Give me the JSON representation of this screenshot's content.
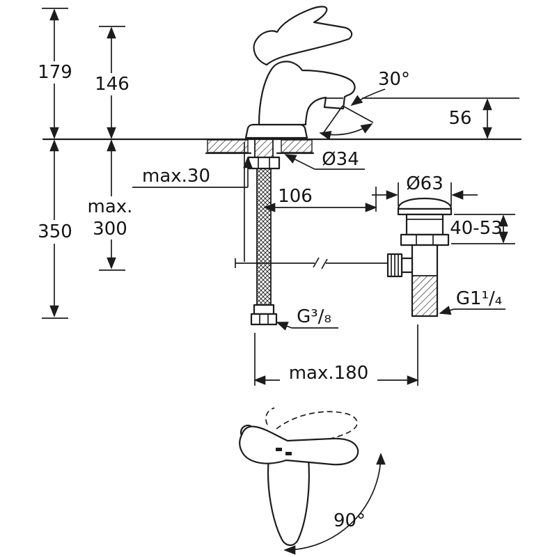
{
  "colors": {
    "background": "#ffffff",
    "ink": "#1c1c1c"
  },
  "labels": {
    "h179": "179",
    "h146": "146",
    "angle30": "30°",
    "h56": "56",
    "dia34": "Ø34",
    "max30": "max.30",
    "dia63": "Ø63",
    "max300_line1": "max.",
    "max300_line2": "300",
    "w106": "106",
    "h350": "350",
    "clamp_range": "40-53",
    "g38": "G³/₈",
    "g114": "G1¹/₄",
    "max180": "max.180",
    "angle90": "90°"
  }
}
